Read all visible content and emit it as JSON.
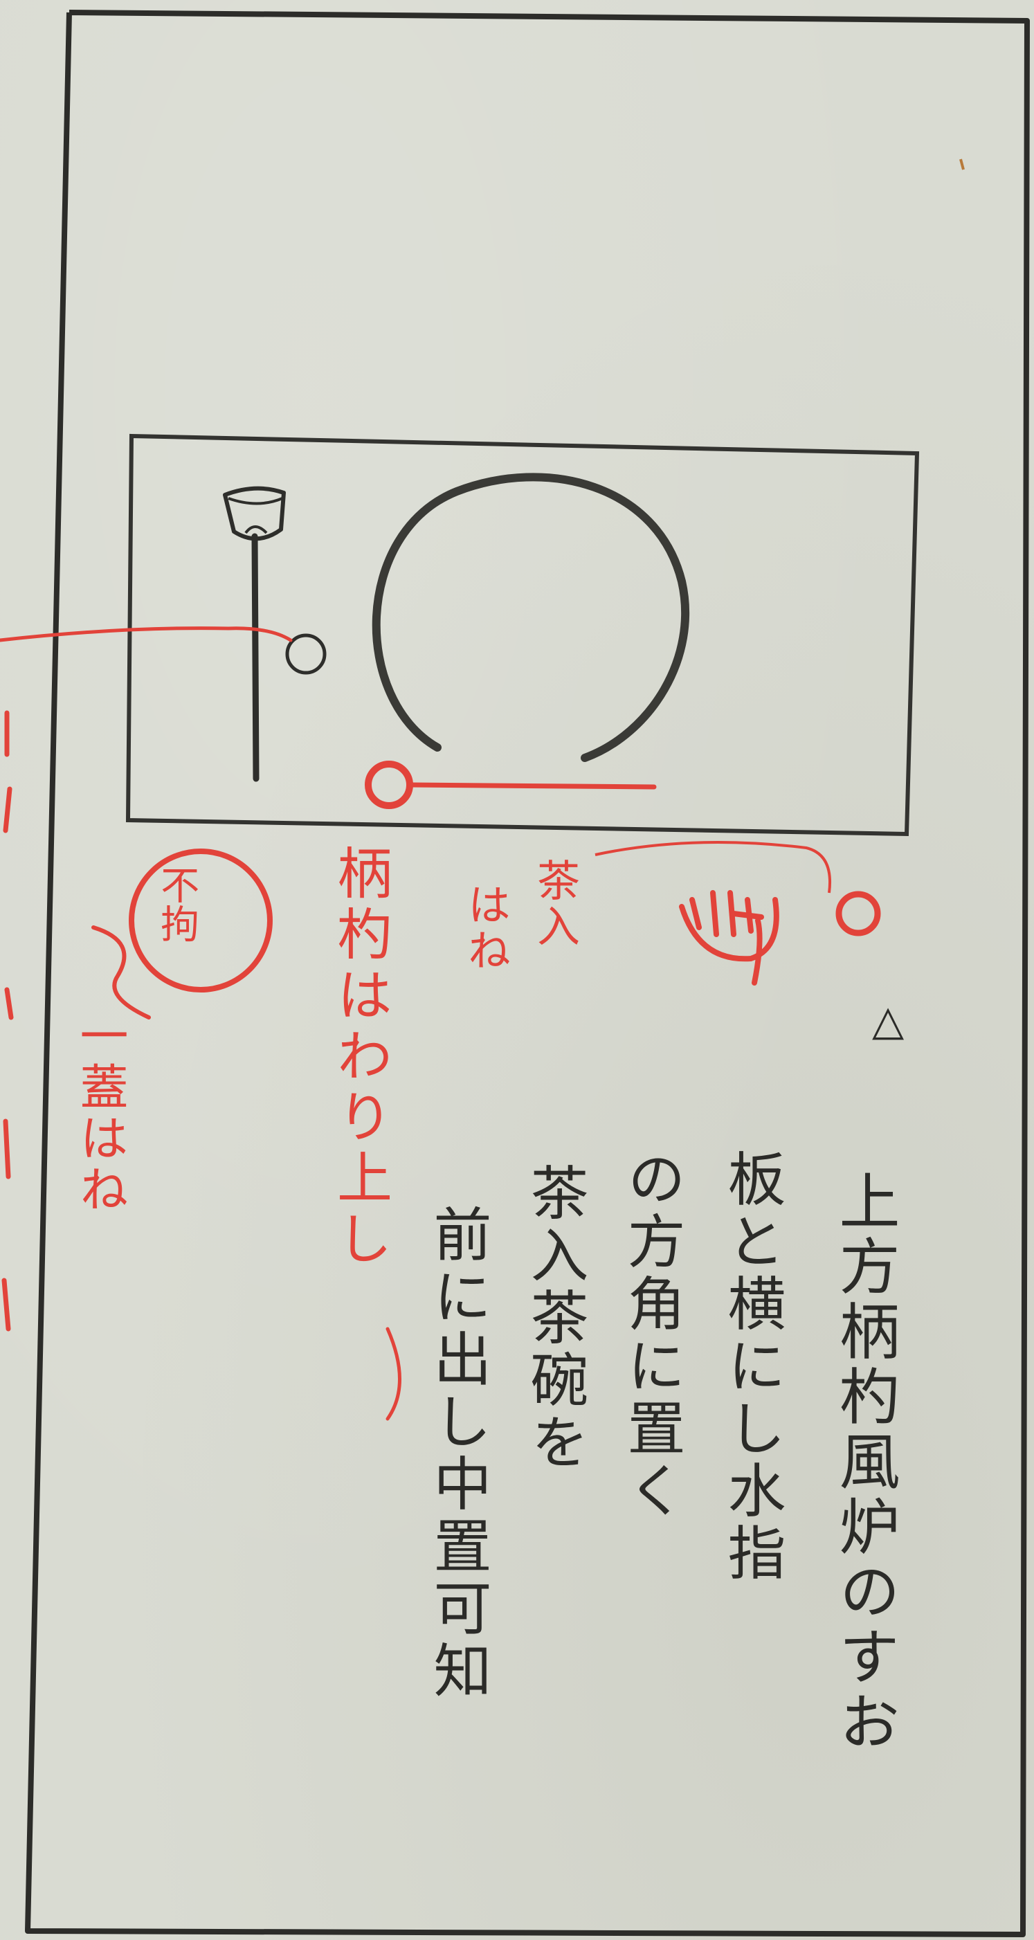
{
  "document": {
    "triangle_mark": "△",
    "main_text_columns": [
      "上方柄杓風炉のすお",
      "板と横にし水指",
      "の方角に置く",
      "茶入茶碗を",
      "前に出し中置可知"
    ],
    "red_annotations": [
      "柄杓はわり上し",
      "茶入",
      "はね",
      "一蓋はね"
    ],
    "seal_text": "不拘"
  },
  "colors": {
    "paper": "#d9dbd2",
    "ink": "#2b2b28",
    "red_ink": "#e2433a"
  }
}
